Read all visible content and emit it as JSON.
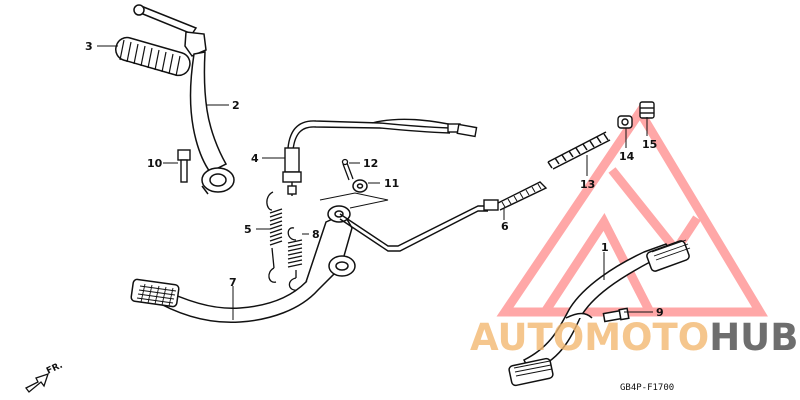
{
  "callouts": [
    {
      "id": "c1",
      "text": "1"
    },
    {
      "id": "c2",
      "text": "2"
    },
    {
      "id": "c3",
      "text": "3"
    },
    {
      "id": "c4",
      "text": "4"
    },
    {
      "id": "c5",
      "text": "5"
    },
    {
      "id": "c6",
      "text": "6"
    },
    {
      "id": "c7",
      "text": "7"
    },
    {
      "id": "c8",
      "text": "8"
    },
    {
      "id": "c9",
      "text": "9"
    },
    {
      "id": "c10",
      "text": "10"
    },
    {
      "id": "c11",
      "text": "11"
    },
    {
      "id": "c12",
      "text": "12"
    },
    {
      "id": "c13",
      "text": "13"
    },
    {
      "id": "c14",
      "text": "14"
    },
    {
      "id": "c15",
      "text": "15"
    }
  ],
  "diagram_code": "GB4P-F1700",
  "direction_label": "FR.",
  "watermark": {
    "word_part1": "AUTOMOTO",
    "word_part2": "HUB",
    "color_part1": "#f2b870",
    "color_part2": "#555555",
    "logo_color": "#ff6060"
  }
}
